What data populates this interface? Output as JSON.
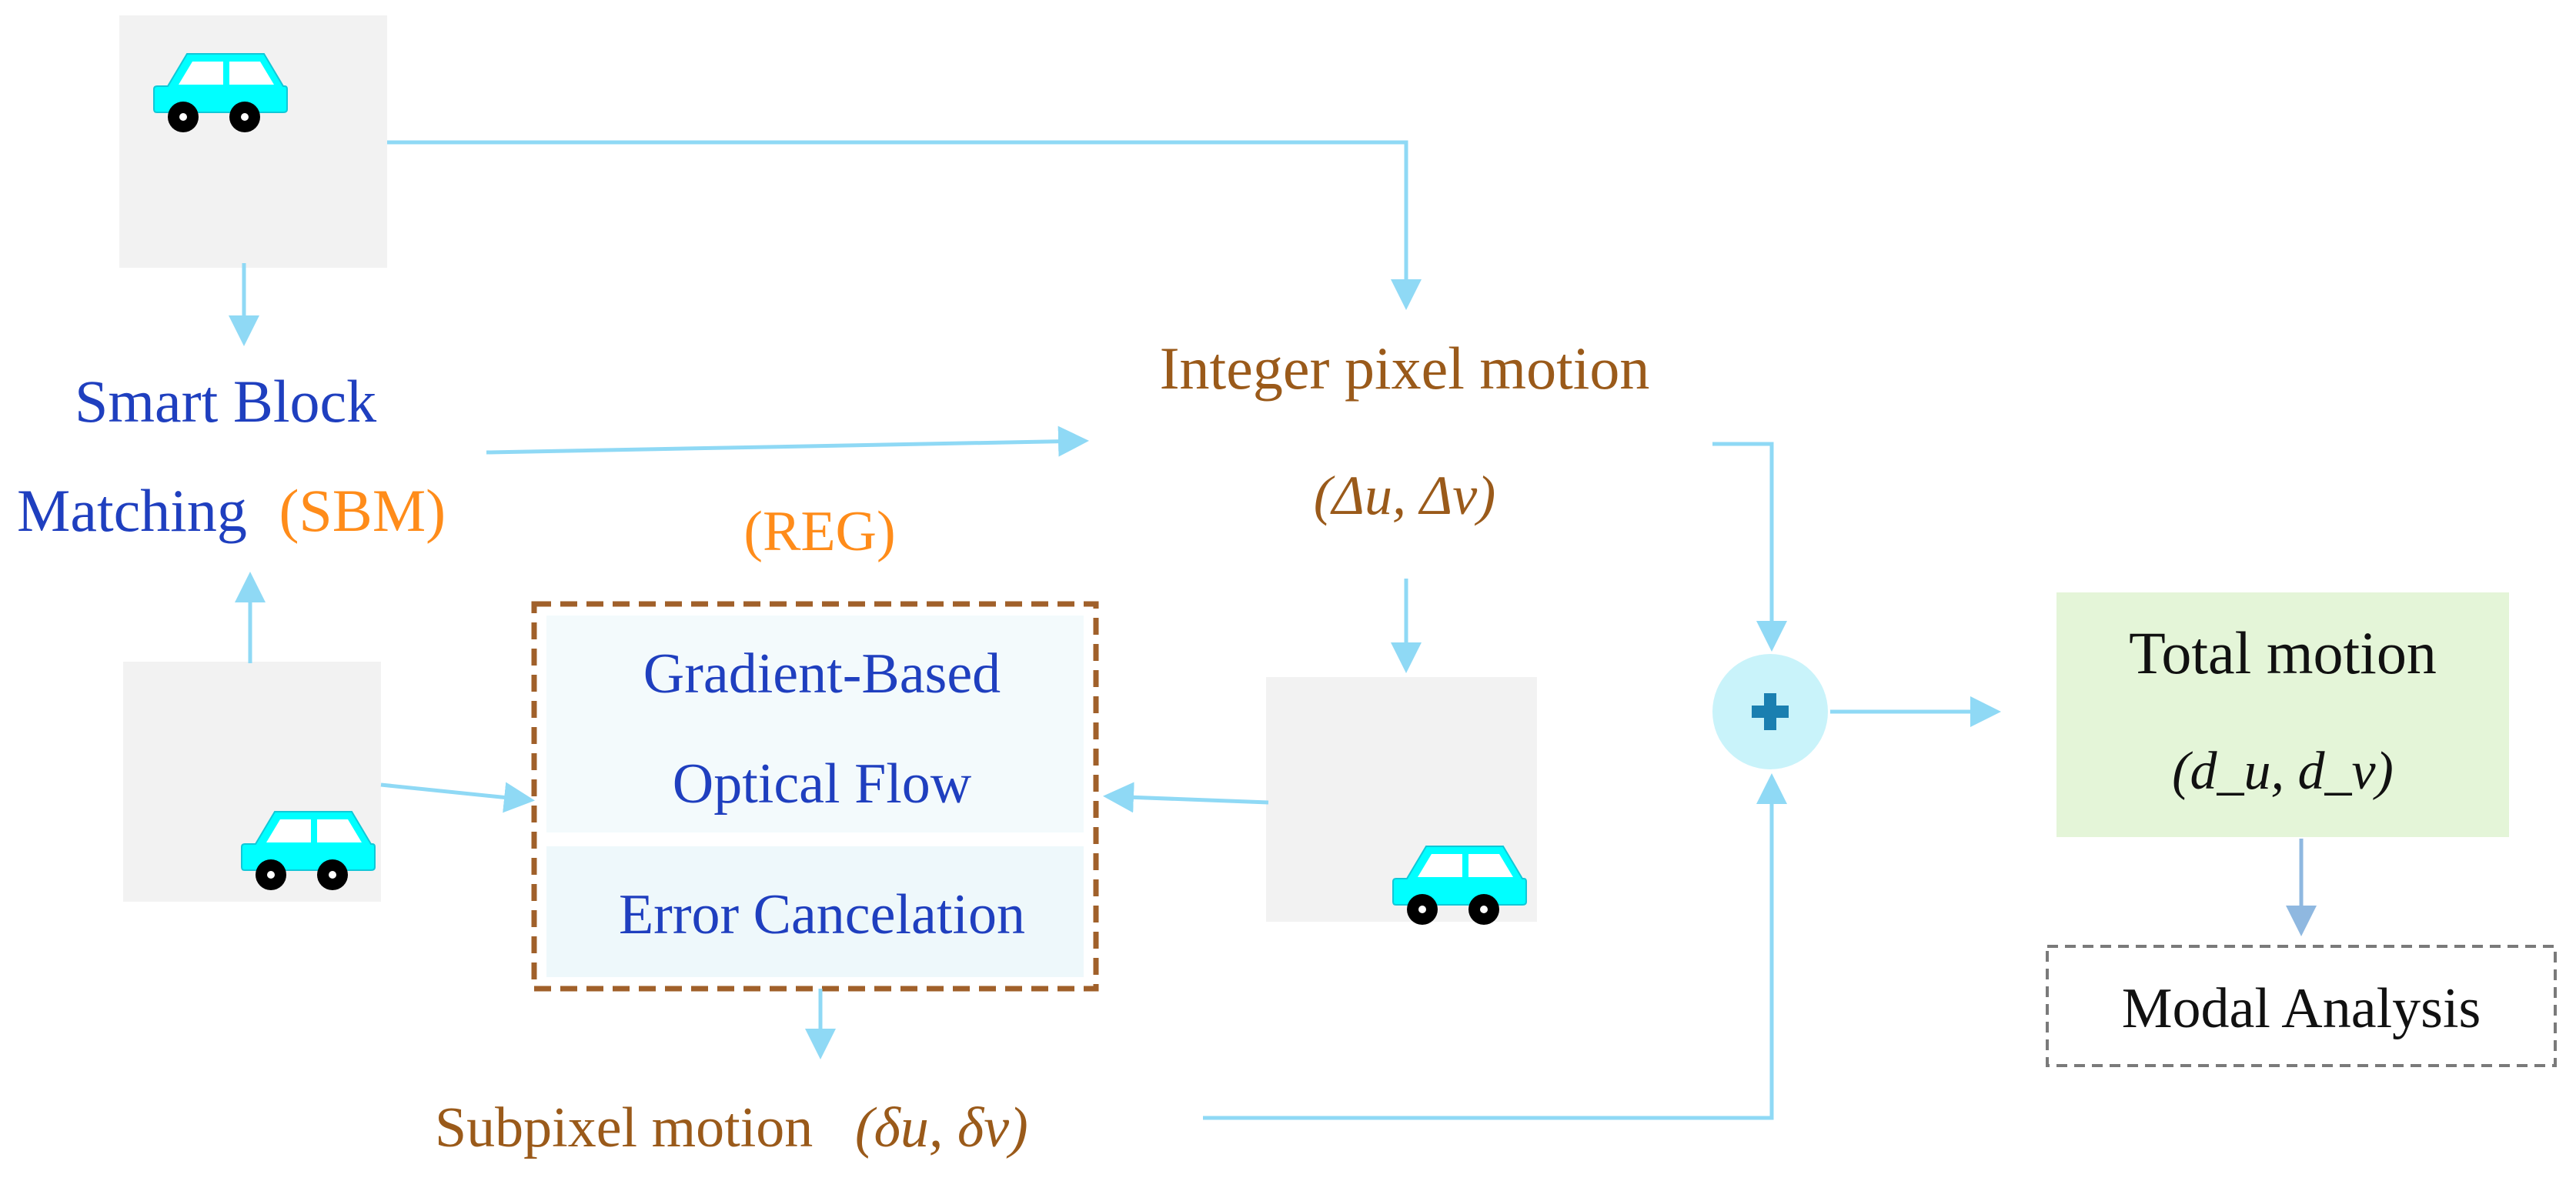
{
  "sbm": {
    "line1": "Smart Block",
    "line2": "Matching",
    "abbr": "(SBM)"
  },
  "reg": {
    "abbr": "(REG)",
    "box1_line1": "Gradient-Based",
    "box1_line2": "Optical Flow",
    "box2": "Error Cancelation"
  },
  "integer_motion": {
    "label": "Integer pixel motion",
    "symbol": "(Δu, Δv)"
  },
  "subpixel_motion": {
    "label": "Subpixel motion",
    "symbol": "(δu, δv)"
  },
  "total_motion": {
    "label": "Total motion",
    "symbol": "(d_u, d_v)"
  },
  "modal_analysis": {
    "label": "Modal Analysis"
  },
  "sum_symbol": "+",
  "colors": {
    "arrow": "#8fd9f5",
    "label_blue": "#1f3fbf",
    "label_orange": "#ff8c1a",
    "label_brown": "#9a5a1a",
    "reg_border": "#a0602a",
    "total_fill": "#e4f5d8",
    "sum_fill": "#c9f3fa",
    "sum_plus": "#1a7fb0",
    "car": "#00ffff"
  }
}
